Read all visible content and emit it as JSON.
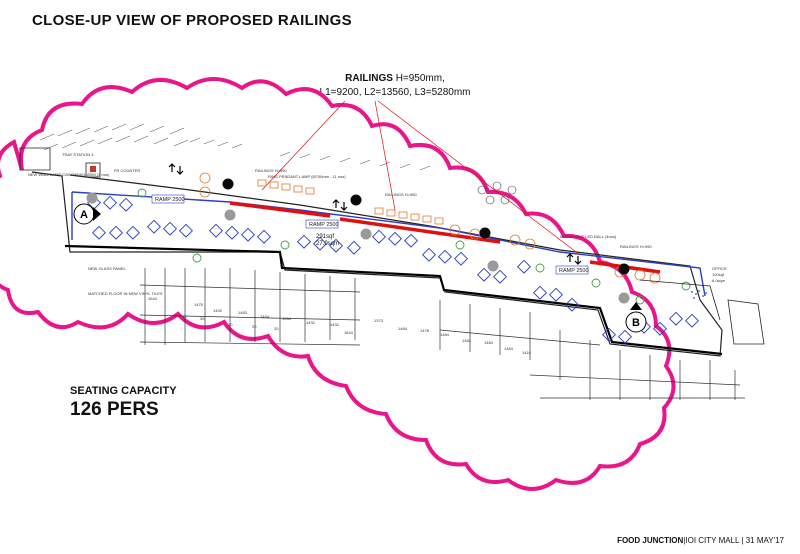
{
  "title": "CLOSE-UP VIEW OF PROPOSED RAILINGS",
  "railings": {
    "heading": "RAILINGS",
    "height": "H=950mm,",
    "lengths": "L1=9200, L2=13560, L3=5280mm"
  },
  "seating": {
    "label": "SEATING CAPACITY",
    "value": "126 PERS"
  },
  "footer": {
    "brand": "FOOD JUNCTION",
    "mall": "IOI CITY MALL",
    "date": "31 MAY'17"
  },
  "plan": {
    "marker_a": "A",
    "marker_b": "B",
    "ramp_labels": [
      "RAMP 2500",
      "RAMP 2500",
      "RAMP 2500"
    ],
    "area_sqf": "291sqf",
    "area_sqm": "27.0sqm",
    "office_label": "OFFICE",
    "office_sqf": "100sqf",
    "office_sqm": "6.0sqm",
    "dimensions": [
      "1644",
      "1475",
      "1492",
      "1483",
      "1484",
      "1534",
      "1432",
      "1432",
      "1644",
      "1373",
      "1484",
      "1478",
      "1484",
      "1482",
      "1484",
      "1484",
      "1410",
      "19",
      "30",
      "20",
      "20",
      "20"
    ],
    "notes": {
      "counter": "FR COUNTER",
      "wall_lamp": "NEW WALL LAMP C/W SWIVEL ARM (3 nos)",
      "glass_panel": "NEW GLASS PANEL",
      "matched_floor": "MATCHED FLOOR IN NEW VINYL TILES",
      "pendant": "RING PENDANT LAMP (Ø700mm - 11 nos)",
      "moonlight": "MOONLIGHT LED BALL (4nos)",
      "railing_1": "RAILINGS H=950",
      "railing_2": "RAILINGS H=950",
      "railing_3": "RAILINGS H=950",
      "tray": "TRAY STATION 3"
    }
  }
}
